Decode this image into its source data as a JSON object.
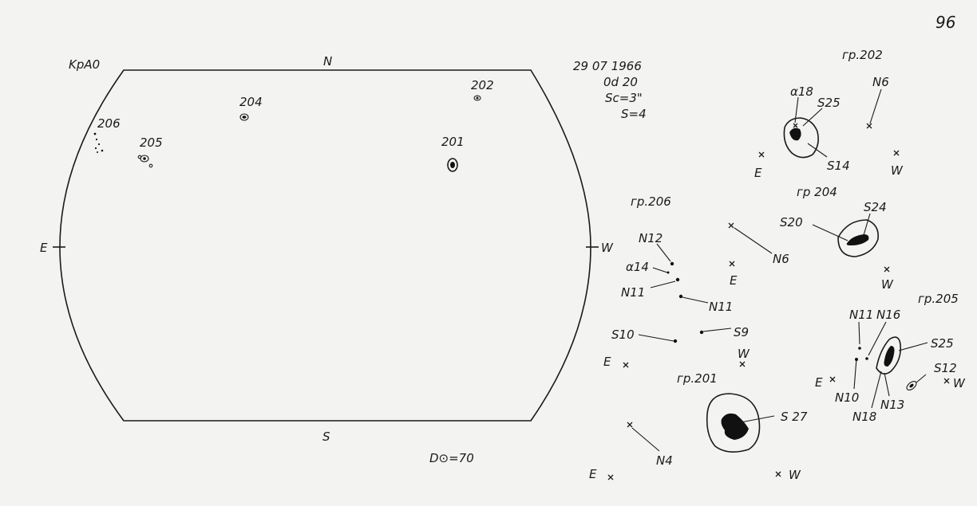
{
  "page_number": "96",
  "header": {
    "observatory": "KpA0",
    "date": "29 07 1966",
    "time": "0d 20",
    "seeing": "Sc=3\"",
    "quality": "S=4",
    "diameter": "D⊙=70"
  },
  "disk": {
    "north": "N",
    "south": "S",
    "east": "E",
    "west": "W",
    "groups": [
      "206",
      "205",
      "204",
      "202",
      "201"
    ]
  },
  "details": {
    "gr202": {
      "title": "гр.202",
      "labels": [
        "α18",
        "S25",
        "N6",
        "S14",
        "E",
        "W"
      ]
    },
    "gr204": {
      "title": "гр 204",
      "labels": [
        "S20",
        "S24",
        "N6",
        "E",
        "W"
      ]
    },
    "gr206": {
      "title": "гр.206",
      "labels": [
        "N12",
        "α14",
        "N11",
        "N11",
        "S10",
        "S9",
        "E",
        "W"
      ]
    },
    "gr205": {
      "title": "гр.205",
      "labels": [
        "N11",
        "N16",
        "S25",
        "S12",
        "N10",
        "N18",
        "N13",
        "E",
        "W"
      ]
    },
    "gr201": {
      "title": "гр.201",
      "labels": [
        "S 27",
        "N4",
        "E",
        "W"
      ]
    }
  }
}
